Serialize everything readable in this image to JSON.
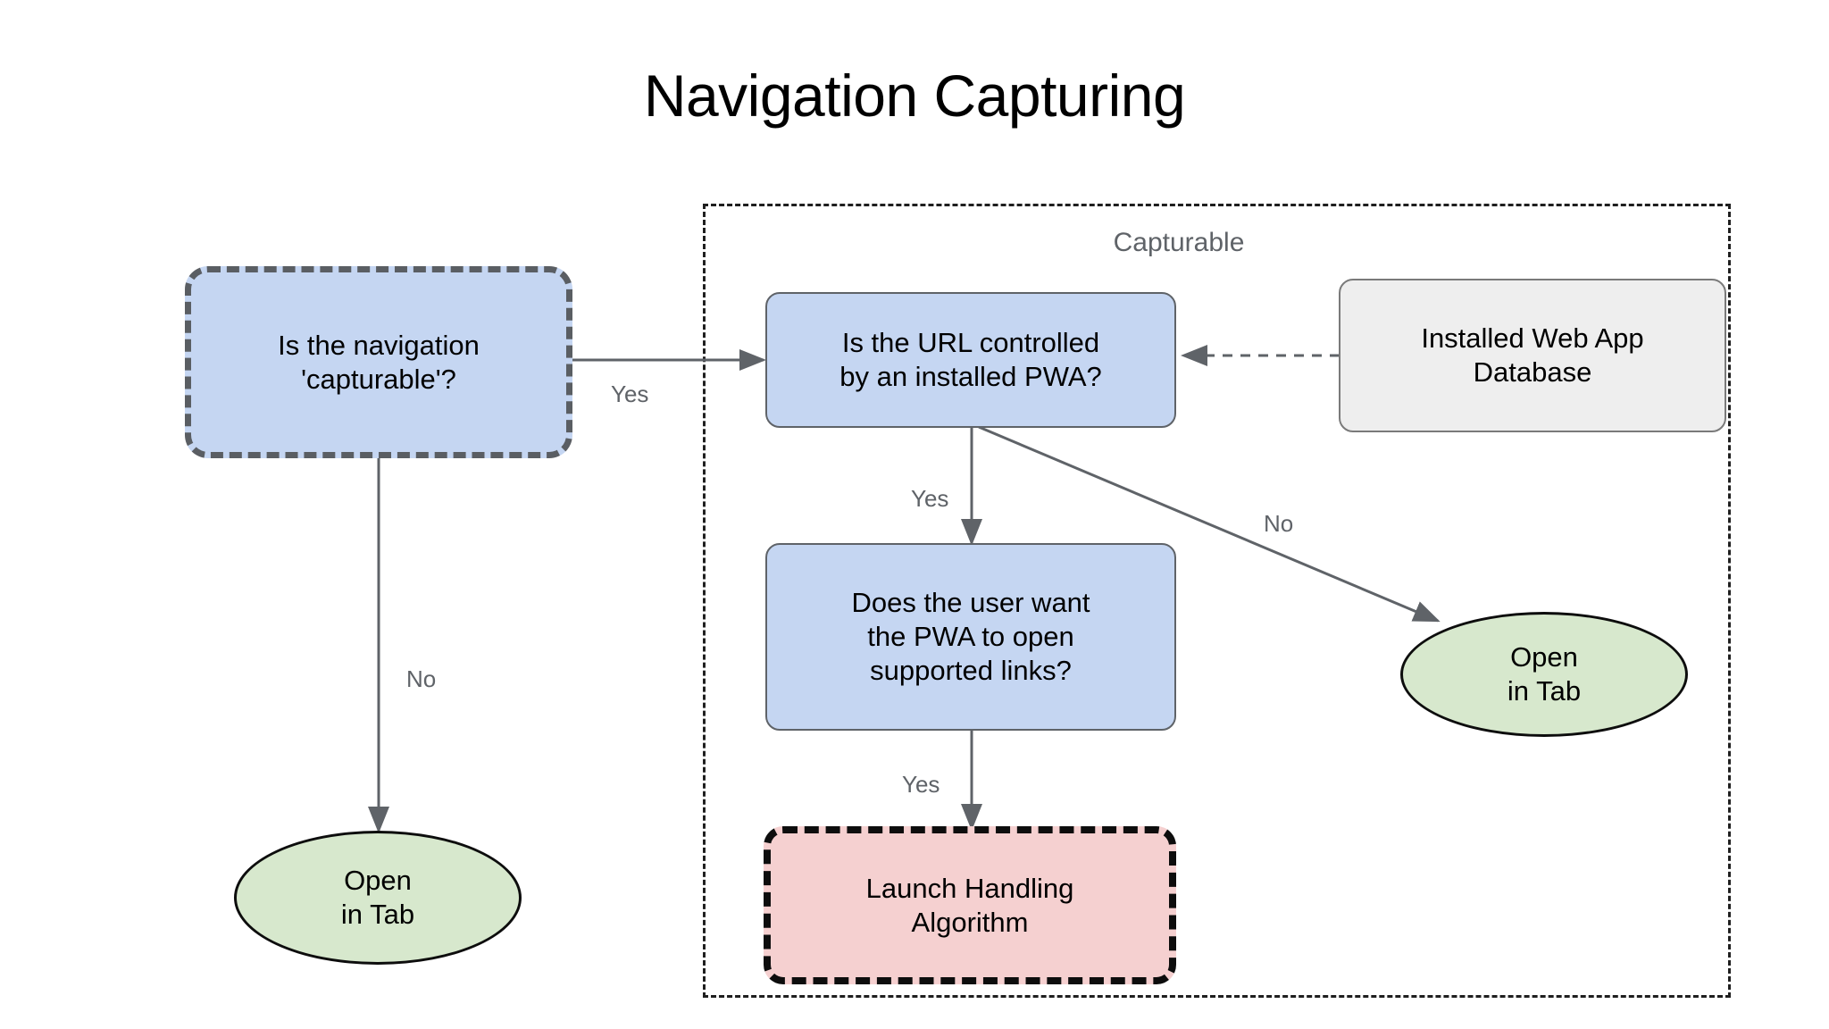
{
  "page": {
    "title": "Navigation Capturing",
    "background_color": "#ffffff"
  },
  "group": {
    "label": "Capturable",
    "border_style": "dashed",
    "border_color": "#1f1f1f"
  },
  "nodes": {
    "is_navigation_capturable": {
      "label": "Is the navigation\n'capturable'?",
      "shape": "rounded-rect",
      "fill": "#c5d6f2",
      "border": "#5a5e63",
      "border_style": "dashed"
    },
    "is_url_controlled": {
      "label": "Is the URL controlled\nby an installed PWA?",
      "shape": "rounded-rect",
      "fill": "#c5d6f2",
      "border": "#5f6368",
      "border_style": "solid"
    },
    "installed_web_app_database": {
      "label": "Installed Web App\nDatabase",
      "shape": "rounded-rect",
      "fill": "#eeeeee",
      "border": "#7a7a7a",
      "border_style": "solid"
    },
    "does_user_want_pwa": {
      "label": "Does the user want\nthe PWA to open\nsupported links?",
      "shape": "rounded-rect",
      "fill": "#c5d6f2",
      "border": "#5f6368",
      "border_style": "solid"
    },
    "launch_handling_algorithm": {
      "label": "Launch Handling\nAlgorithm",
      "shape": "rounded-rect",
      "fill": "#f5d0d0",
      "border": "#0d0d0d",
      "border_style": "dashed"
    },
    "open_in_tab_left": {
      "label": "Open\nin Tab",
      "shape": "ellipse",
      "fill": "#d7e8cd",
      "border": "#0d0d0d",
      "border_style": "solid"
    },
    "open_in_tab_right": {
      "label": "Open\nin Tab",
      "shape": "ellipse",
      "fill": "#d7e8cd",
      "border": "#0d0d0d",
      "border_style": "solid"
    }
  },
  "edges": {
    "capturable_to_url_yes": "Yes",
    "capturable_to_tab_no": "No",
    "url_to_user_yes": "Yes",
    "url_to_tab_no": "No",
    "user_to_launch_yes": "Yes"
  },
  "chart_data": {
    "type": "diagram",
    "title": "Navigation Capturing",
    "diagram_kind": "flowchart",
    "nodes": [
      {
        "id": "is_navigation_capturable",
        "label": "Is the navigation 'capturable'?",
        "shape": "rounded-rect",
        "fill": "#c5d6f2",
        "stroke_style": "dashed"
      },
      {
        "id": "is_url_controlled",
        "label": "Is the URL controlled by an installed PWA?",
        "shape": "rounded-rect",
        "fill": "#c5d6f2",
        "stroke_style": "solid",
        "group": "Capturable"
      },
      {
        "id": "installed_web_app_database",
        "label": "Installed Web App Database",
        "shape": "rounded-rect",
        "fill": "#eeeeee",
        "stroke_style": "solid",
        "group": "Capturable"
      },
      {
        "id": "does_user_want_pwa",
        "label": "Does the user want the PWA to open supported links?",
        "shape": "rounded-rect",
        "fill": "#c5d6f2",
        "stroke_style": "solid",
        "group": "Capturable"
      },
      {
        "id": "launch_handling_algorithm",
        "label": "Launch Handling Algorithm",
        "shape": "rounded-rect",
        "fill": "#f5d0d0",
        "stroke_style": "dashed",
        "group": "Capturable"
      },
      {
        "id": "open_in_tab_left",
        "label": "Open in Tab",
        "shape": "ellipse",
        "fill": "#d7e8cd",
        "stroke_style": "solid"
      },
      {
        "id": "open_in_tab_right",
        "label": "Open in Tab",
        "shape": "ellipse",
        "fill": "#d7e8cd",
        "stroke_style": "solid",
        "group": "Capturable"
      }
    ],
    "edges": [
      {
        "from": "is_navigation_capturable",
        "to": "is_url_controlled",
        "label": "Yes",
        "style": "solid"
      },
      {
        "from": "is_navigation_capturable",
        "to": "open_in_tab_left",
        "label": "No",
        "style": "solid"
      },
      {
        "from": "is_url_controlled",
        "to": "does_user_want_pwa",
        "label": "Yes",
        "style": "solid"
      },
      {
        "from": "is_url_controlled",
        "to": "open_in_tab_right",
        "label": "No",
        "style": "solid"
      },
      {
        "from": "does_user_want_pwa",
        "to": "launch_handling_algorithm",
        "label": "Yes",
        "style": "solid"
      },
      {
        "from": "installed_web_app_database",
        "to": "is_url_controlled",
        "label": "",
        "style": "dashed"
      }
    ],
    "groups": [
      {
        "id": "capturable",
        "label": "Capturable",
        "stroke_style": "dashed"
      }
    ]
  }
}
